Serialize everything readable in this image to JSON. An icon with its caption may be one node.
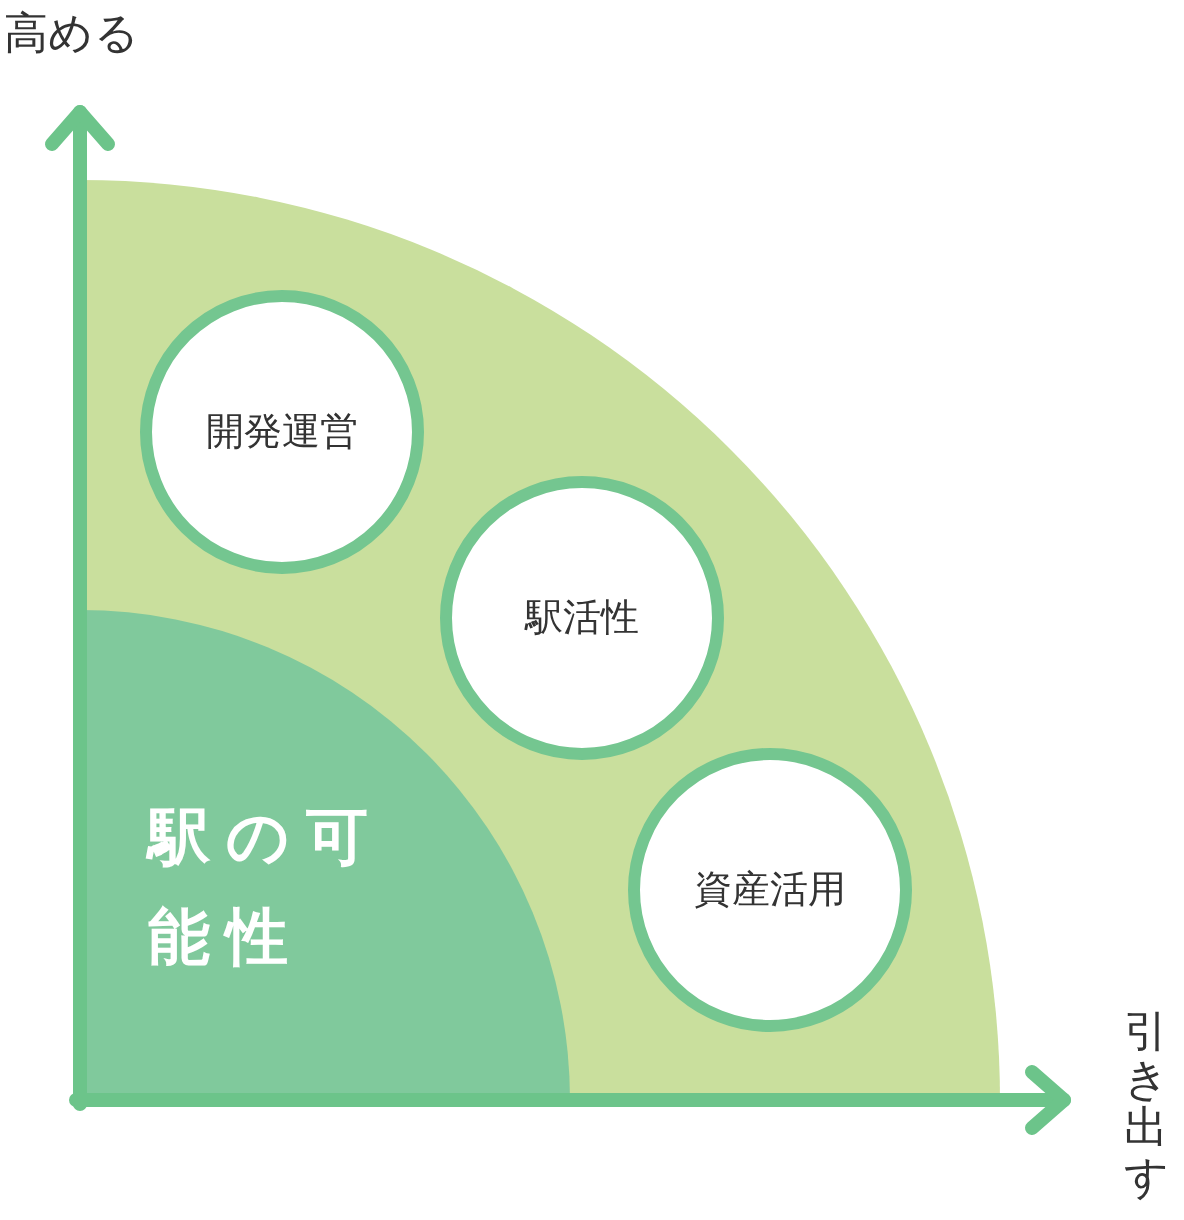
{
  "diagram": {
    "nodes": [
      {
        "text": [],
        "shape": "circle"
      },
      {
        "text": [
          "開発運営"
        ],
        "in": 0
      },
      {
        "text": [
          "駅活性"
        ],
        "in": 0
      },
      {
        "text": [
          "資産活用"
        ],
        "in": 0
      },
      {
        "text": [
          "駅の可能性"
        ],
        "in": 0
      }
    ],
    "labels": [
      "高める",
      "引き出す"
    ]
  }
}
